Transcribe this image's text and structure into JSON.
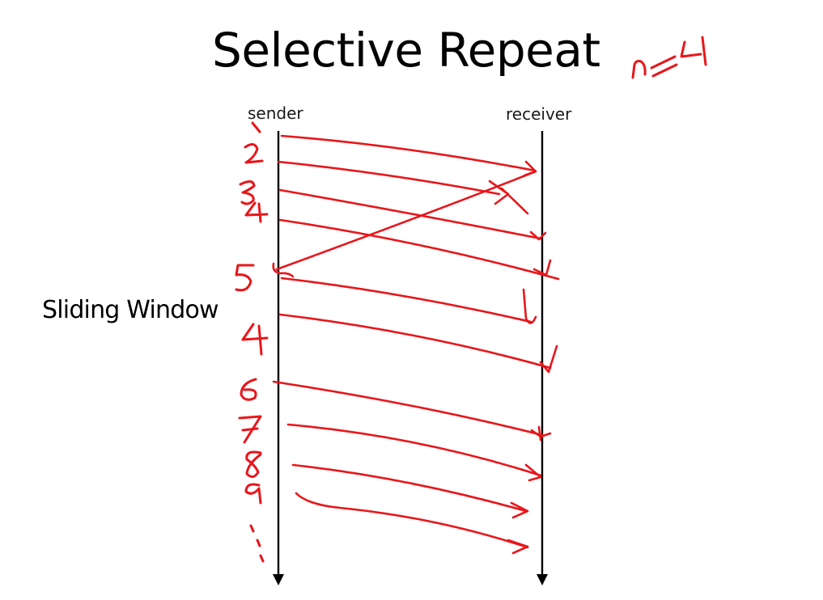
{
  "title": "Selective Repeat",
  "labels": {
    "sender": "sender",
    "receiver": "receiver",
    "side": "Sliding Window"
  },
  "annotations": {
    "window_size": "n=4",
    "sender_numbers": [
      "1",
      "2",
      "3",
      "4",
      "5",
      "4",
      "6",
      "7",
      "8",
      "9",
      "..."
    ]
  },
  "colors": {
    "ink": "#000000",
    "pen": "#e8161b"
  }
}
